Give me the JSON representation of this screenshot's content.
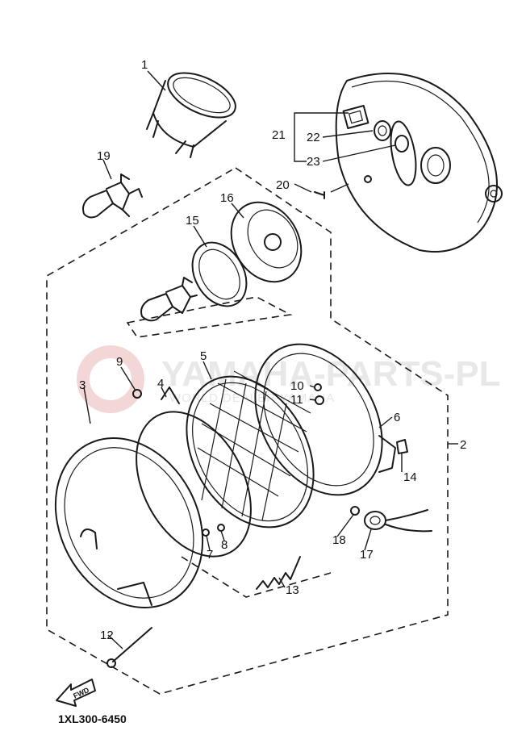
{
  "diagram_code": "1XL300-6450",
  "arrow_label": "FWD",
  "watermark": {
    "main": "YAMAHA-PARTS-PL",
    "sub": "WORLD DEALER YAMAHA"
  },
  "callouts": [
    "1",
    "2",
    "3",
    "4",
    "5",
    "6",
    "7",
    "8",
    "9",
    "10",
    "11",
    "12",
    "13",
    "14",
    "15",
    "16",
    "17",
    "18",
    "19",
    "20",
    "21",
    "22",
    "23"
  ]
}
